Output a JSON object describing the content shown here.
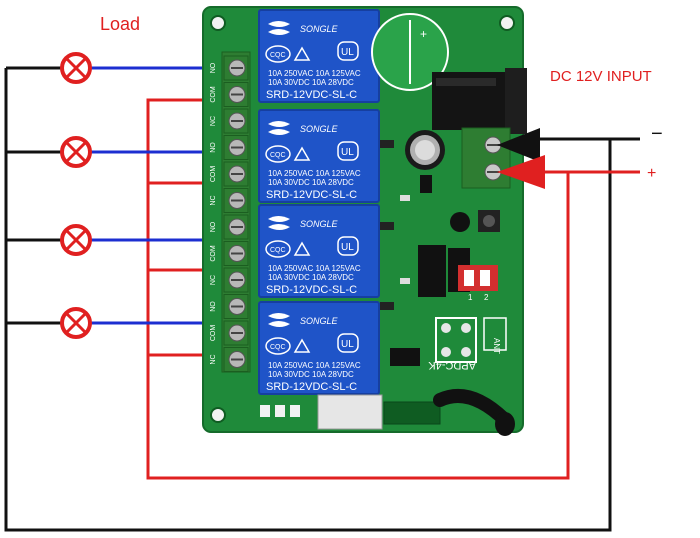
{
  "labels": {
    "load": "Load",
    "dc_input": "DC 12V INPUT",
    "minus": "−",
    "plus": "+"
  },
  "relay": {
    "brand": "SONGLE",
    "rating_line1": "10A 250VAC   10A 125VAC",
    "rating_line2": "10A  30VDC   10A  28VDC",
    "model": "SRD-12VDC-SL-C"
  },
  "board": {
    "model": "APDC-4K",
    "antenna_label": "ANT",
    "dip_numbers": [
      "1",
      "2"
    ],
    "terminal_labels": [
      "NO",
      "COM",
      "NC",
      "NO",
      "COM",
      "NC",
      "NO",
      "COM",
      "NC",
      "NO",
      "COM",
      "NC"
    ]
  },
  "colors": {
    "pcb": "#1f8a3a",
    "relay": "#1f54c8",
    "wire_black": "#111111",
    "wire_red": "#e02020",
    "wire_blue": "#1c2fd1",
    "lamp": "#e02020",
    "terminal": "#2e7d32"
  },
  "icons": [
    "lamp-icon",
    "cqc-mark-icon",
    "ul-mark-icon",
    "arrow-icon"
  ]
}
